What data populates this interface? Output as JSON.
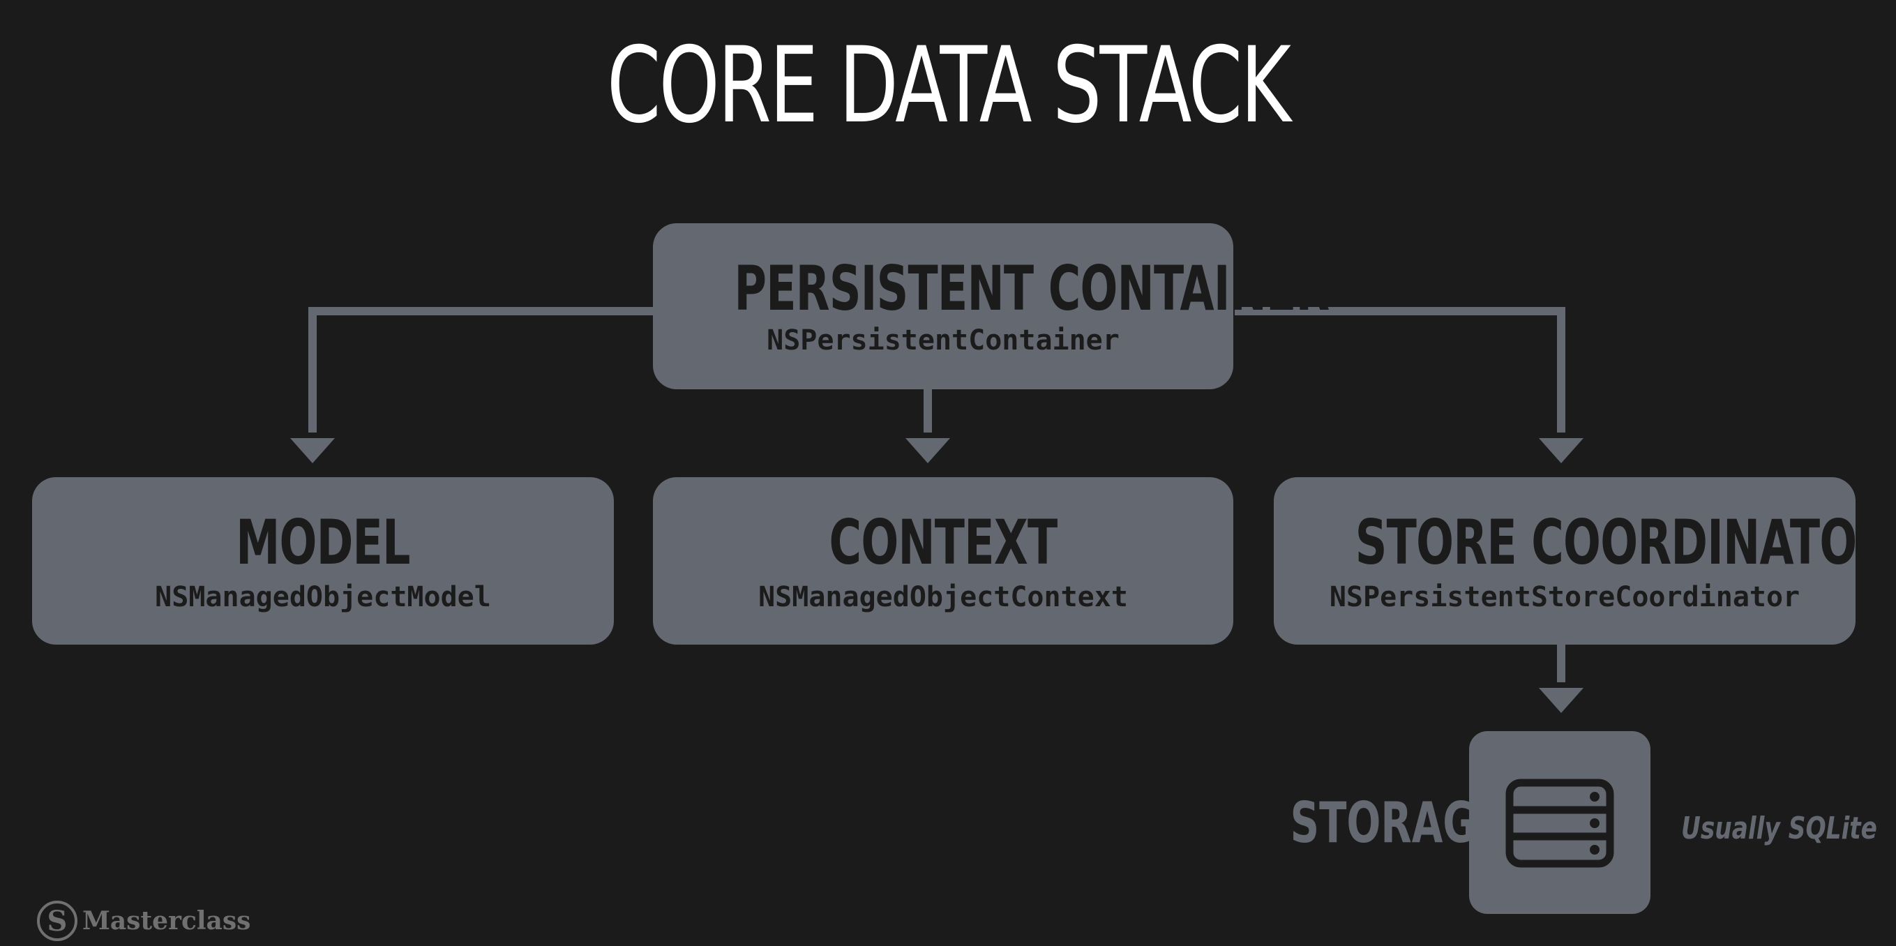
{
  "title": "CORE DATA STACK",
  "nodes": {
    "persistent_container": {
      "title": "PERSISTENT CONTAINER",
      "class_name": "NSPersistentContainer"
    },
    "model": {
      "title": "MODEL",
      "class_name": "NSManagedObjectModel"
    },
    "context": {
      "title": "CONTEXT",
      "class_name": "NSManagedObjectContext"
    },
    "store_coordinator": {
      "title": "STORE COORDINATOR",
      "class_name": "NSPersistentStoreCoordinator"
    }
  },
  "storage": {
    "label": "STORAGE",
    "note": "Usually SQLite",
    "icon": "database-server-icon"
  },
  "brand": {
    "name": "Masterclass",
    "icon": "swiftful-logo-icon"
  },
  "colors": {
    "background": "#1b1b1b",
    "box": "#646870",
    "title_text": "#ffffff",
    "box_text": "#1b1b1b"
  }
}
